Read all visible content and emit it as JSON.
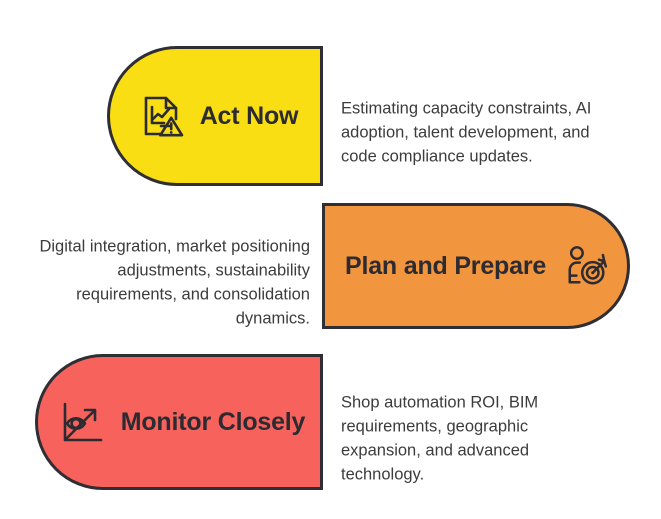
{
  "diagram": {
    "type": "three-tier priority banner list",
    "rows": [
      {
        "key": "act-now",
        "title": "Act Now",
        "color": "#fade14",
        "border_color": "#2e2e34",
        "text_color": "#2b2b31",
        "icon": "document-chart-warning-icon",
        "description": "Estimating capacity constraints, AI adoption, talent development, and code compliance updates.",
        "band_side": "left",
        "text_side": "right"
      },
      {
        "key": "plan-and-prepare",
        "title": "Plan and Prepare",
        "color": "#f2953f",
        "border_color": "#2e2e34",
        "text_color": "#2b2b31",
        "icon": "person-target-arrow-icon",
        "description": "Digital integration, market positioning adjustments, sustainability requirements, and consolidation dynamics.",
        "band_side": "right",
        "text_side": "left"
      },
      {
        "key": "monitor-closely",
        "title": "Monitor Closely",
        "color": "#f7625c",
        "border_color": "#2e2e34",
        "text_color": "#2b2b31",
        "icon": "eye-growth-chart-icon",
        "description": "Shop automation ROI, BIM requirements, geographic expansion, and advanced technology.",
        "band_side": "left",
        "text_side": "right"
      }
    ]
  }
}
